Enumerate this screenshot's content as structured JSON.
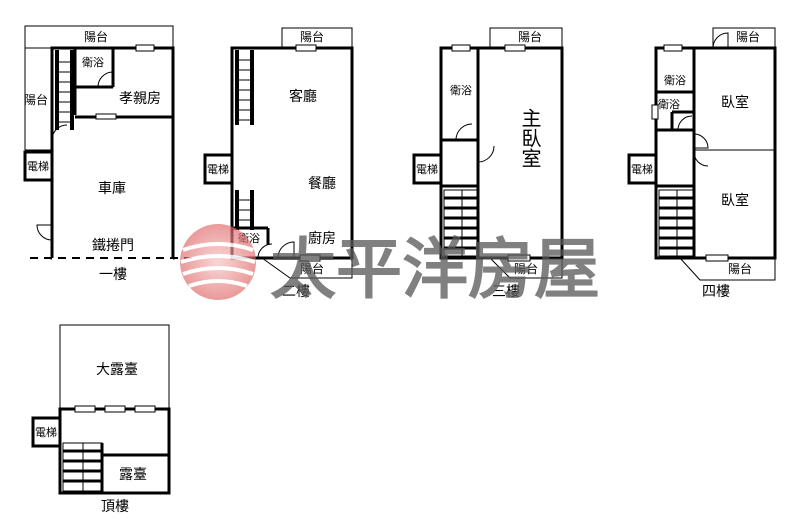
{
  "floors": {
    "f1": {
      "title": "一樓",
      "balcony_top": "陽台",
      "balcony_side": "陽台",
      "bath": "衛浴",
      "parent_room": "孝親房",
      "elevator": "電梯",
      "garage": "車庫",
      "rolling_door": "鐵捲門"
    },
    "f2": {
      "title": "二樓",
      "balcony_top": "陽台",
      "living": "客廳",
      "dining": "餐廳",
      "elevator": "電梯",
      "bath": "衛浴",
      "kitchen": "廚房",
      "balcony_bottom": "陽台"
    },
    "f3": {
      "title": "三樓",
      "balcony_top": "陽台",
      "bath": "衛浴",
      "master_bedroom": "主臥室",
      "elevator": "電梯",
      "balcony_bottom": "陽台"
    },
    "f4": {
      "title": "四樓",
      "balcony_top": "陽台",
      "bath_1": "衛浴",
      "bath_2": "衛浴",
      "bedroom_1": "臥室",
      "bedroom_2": "臥室",
      "elevator": "電梯",
      "balcony_bottom": "陽台"
    },
    "roof": {
      "title": "頂樓",
      "big_terrace": "大露臺",
      "elevator": "電梯",
      "terrace": "露臺"
    }
  },
  "watermark": {
    "text": "太平洋房屋",
    "logo_color": "#e06a6a"
  }
}
